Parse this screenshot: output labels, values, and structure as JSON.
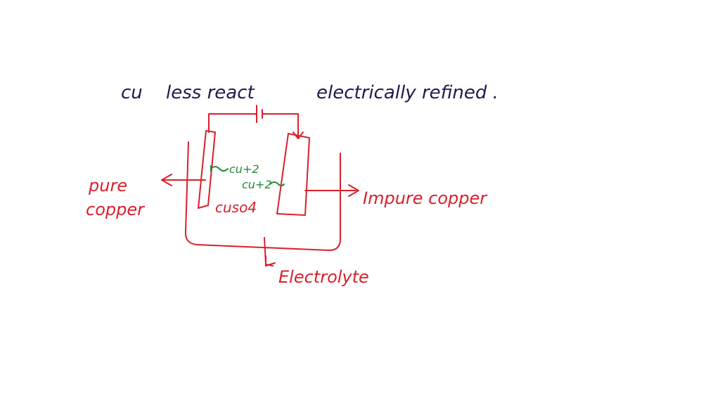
{
  "header": {
    "line1_part1": "cu",
    "line1_part2": "less react",
    "line1_part3": "electrically refined ."
  },
  "labels": {
    "pure": "pure",
    "copper_left": "copper",
    "impure_copper": "Impure copper",
    "cuso4": "cuso4",
    "electrolyte": "Electrolyte",
    "ion_upper": "cu+2",
    "ion_lower": "cu+2"
  },
  "colors": {
    "ink_navy": "#1f1c4d",
    "ink_red": "#d8202c",
    "ink_green": "#1e8a3a",
    "background": "#ffffff"
  }
}
